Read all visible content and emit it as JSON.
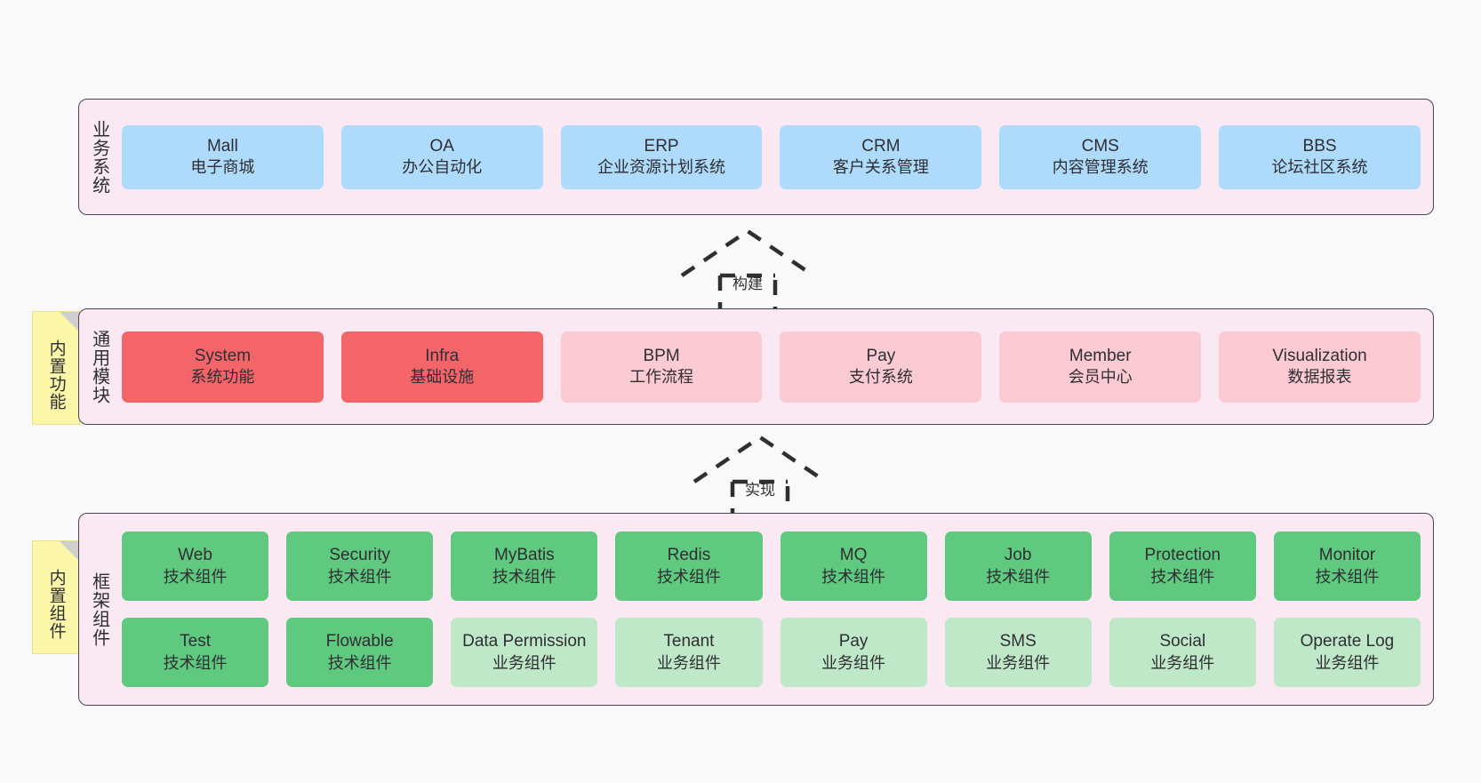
{
  "diagram": {
    "title_note_common": "内置功能",
    "title_note_framework": "内置组件",
    "colors": {
      "container_bg": "#fae9f3",
      "container_border": "#4a4453",
      "business_block": "#aedbfb",
      "core_module_block": "#f4656a",
      "module_block": "#fbcad2",
      "tech_component_block": "#5fc97f",
      "biz_component_block": "#bfe8c8",
      "note_bg": "#fcf7a8",
      "page_bg": "#f9f9f9"
    }
  },
  "layers": {
    "business": {
      "label": "业务系统",
      "items": [
        {
          "en": "Mall",
          "cn": "电子商城",
          "color": "c-blue"
        },
        {
          "en": "OA",
          "cn": "办公自动化",
          "color": "c-blue"
        },
        {
          "en": "ERP",
          "cn": "企业资源计划系统",
          "color": "c-blue"
        },
        {
          "en": "CRM",
          "cn": "客户关系管理",
          "color": "c-blue"
        },
        {
          "en": "CMS",
          "cn": "内容管理系统",
          "color": "c-blue"
        },
        {
          "en": "BBS",
          "cn": "论坛社区系统",
          "color": "c-blue"
        }
      ]
    },
    "common": {
      "label": "通用模块",
      "note": "内置功能",
      "items": [
        {
          "en": "System",
          "cn": "系统功能",
          "color": "c-red"
        },
        {
          "en": "Infra",
          "cn": "基础设施",
          "color": "c-red"
        },
        {
          "en": "BPM",
          "cn": "工作流程",
          "color": "c-pink"
        },
        {
          "en": "Pay",
          "cn": "支付系统",
          "color": "c-pink"
        },
        {
          "en": "Member",
          "cn": "会员中心",
          "color": "c-pink"
        },
        {
          "en": "Visualization",
          "cn": "数据报表",
          "color": "c-pink"
        }
      ]
    },
    "framework": {
      "label": "框架组件",
      "note": "内置组件",
      "row1": [
        {
          "en": "Web",
          "cn": "技术组件",
          "color": "c-green"
        },
        {
          "en": "Security",
          "cn": "技术组件",
          "color": "c-green"
        },
        {
          "en": "MyBatis",
          "cn": "技术组件",
          "color": "c-green"
        },
        {
          "en": "Redis",
          "cn": "技术组件",
          "color": "c-green"
        },
        {
          "en": "MQ",
          "cn": "技术组件",
          "color": "c-green"
        },
        {
          "en": "Job",
          "cn": "技术组件",
          "color": "c-green"
        },
        {
          "en": "Protection",
          "cn": "技术组件",
          "color": "c-green"
        },
        {
          "en": "Monitor",
          "cn": "技术组件",
          "color": "c-green"
        }
      ],
      "row2": [
        {
          "en": "Test",
          "cn": "技术组件",
          "color": "c-green"
        },
        {
          "en": "Flowable",
          "cn": "技术组件",
          "color": "c-green"
        },
        {
          "en": "Data Permission",
          "cn": "业务组件",
          "color": "c-lightgreen"
        },
        {
          "en": "Tenant",
          "cn": "业务组件",
          "color": "c-lightgreen"
        },
        {
          "en": "Pay",
          "cn": "业务组件",
          "color": "c-lightgreen"
        },
        {
          "en": "SMS",
          "cn": "业务组件",
          "color": "c-lightgreen"
        },
        {
          "en": "Social",
          "cn": "业务组件",
          "color": "c-lightgreen"
        },
        {
          "en": "Operate Log",
          "cn": "业务组件",
          "color": "c-lightgreen"
        }
      ]
    }
  },
  "arrows": [
    {
      "id": "build",
      "label": "构建",
      "from": "通用模块",
      "to": "业务系统"
    },
    {
      "id": "impl",
      "label": "实现",
      "from": "框架组件",
      "to": "通用模块"
    }
  ]
}
